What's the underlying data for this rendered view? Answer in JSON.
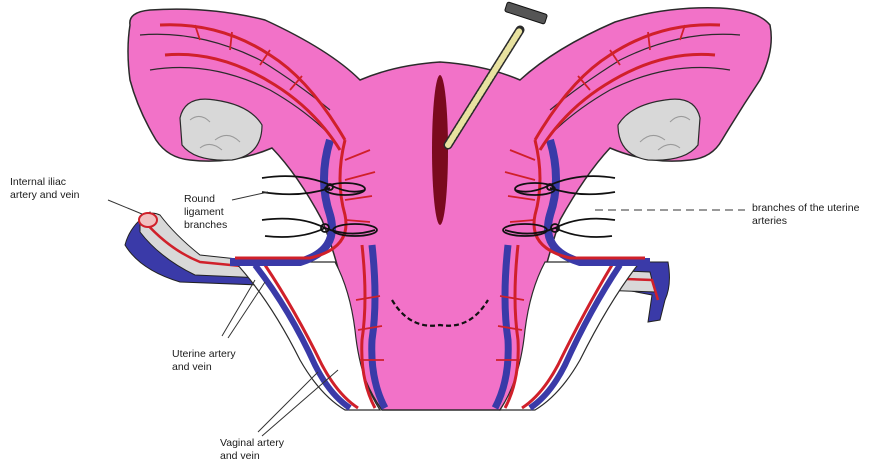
{
  "labels": {
    "internal_iliac": {
      "line1": "Internal iliac",
      "line2": "artery and vein"
    },
    "round_ligament": {
      "line1": "Round",
      "line2": "ligament",
      "line3": "branches"
    },
    "uterine_branches": {
      "line1": "branches of the uterine",
      "line2": "arteries"
    },
    "uterine_artery": {
      "line1": "Uterine artery",
      "line2": "and vein"
    },
    "vaginal_artery": {
      "line1": "Vaginal artery",
      "line2": "and vein"
    }
  },
  "colors": {
    "uterus": "#f272c8",
    "uterus_outline": "#2b2b2b",
    "artery": "#d0202a",
    "vein": "#3a3aa8",
    "ovary": "#d8d8d8",
    "incision": "#7a0a1e",
    "instrument": "#e8e2a0",
    "suture": "#111111"
  },
  "icons": {
    "instrument": "surgical-instrument-icon",
    "ovary": "ovary-shape"
  }
}
